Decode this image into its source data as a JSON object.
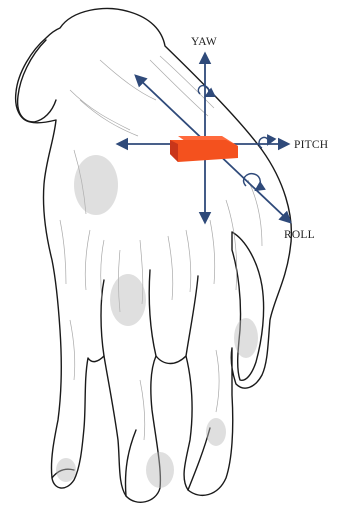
{
  "diagram": {
    "axes": {
      "yaw": "YAW",
      "pitch": "PITCH",
      "roll": "ROLL"
    },
    "colors": {
      "arrow": "#2f4a7a",
      "sensor": "#f4511e",
      "sensor_dark": "#c9361a",
      "outline": "#1a1a1a",
      "shading": "#bcbcbc"
    },
    "icons": [
      "dog-rear-illustration",
      "sensor-box",
      "rotation-arrow-icon"
    ]
  }
}
